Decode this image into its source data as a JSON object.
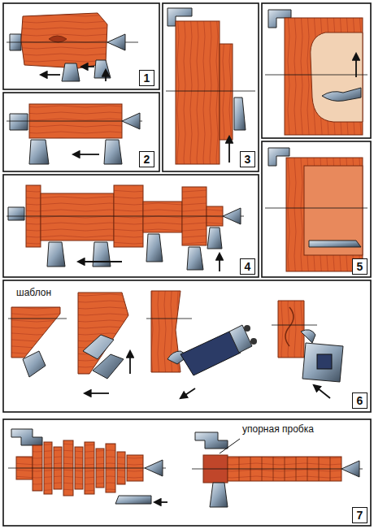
{
  "diagram": {
    "nodes": [
      {
        "text": [
          "1"
        ]
      },
      {
        "text": [
          "2"
        ]
      },
      {
        "text": [
          "3"
        ]
      },
      {
        "text": [
          "4"
        ]
      },
      {
        "text": [
          "5"
        ]
      },
      {
        "text": [
          "6"
        ]
      },
      {
        "text": [
          "7"
        ]
      }
    ],
    "labels": [
      "шаблон",
      "упорная пробка"
    ]
  }
}
